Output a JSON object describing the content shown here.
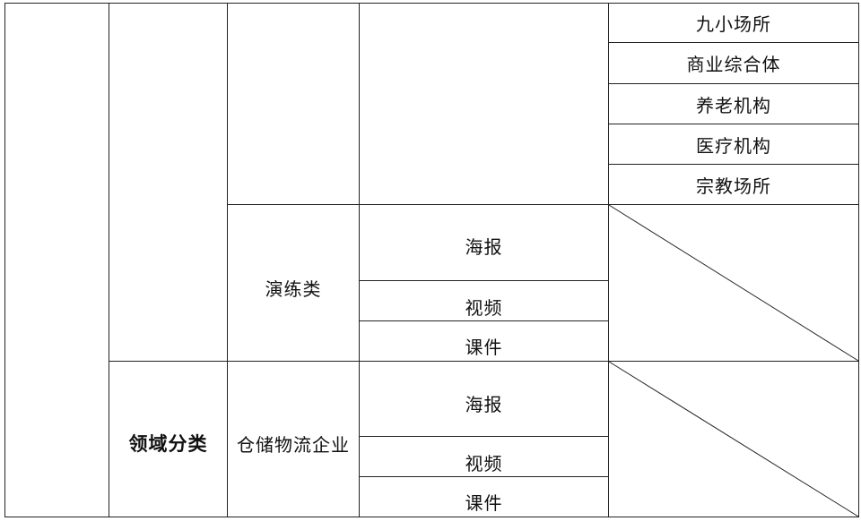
{
  "venues": [
    "九小场所",
    "商业综合体",
    "养老机构",
    "医疗机构",
    "宗教场所"
  ],
  "drill_group": {
    "label": "演练类",
    "items": [
      "海报",
      "视频",
      "课件"
    ]
  },
  "domain_group": {
    "category_label": "领域分类",
    "label": "仓储物流企业",
    "items": [
      "海报",
      "视频",
      "课件"
    ]
  }
}
